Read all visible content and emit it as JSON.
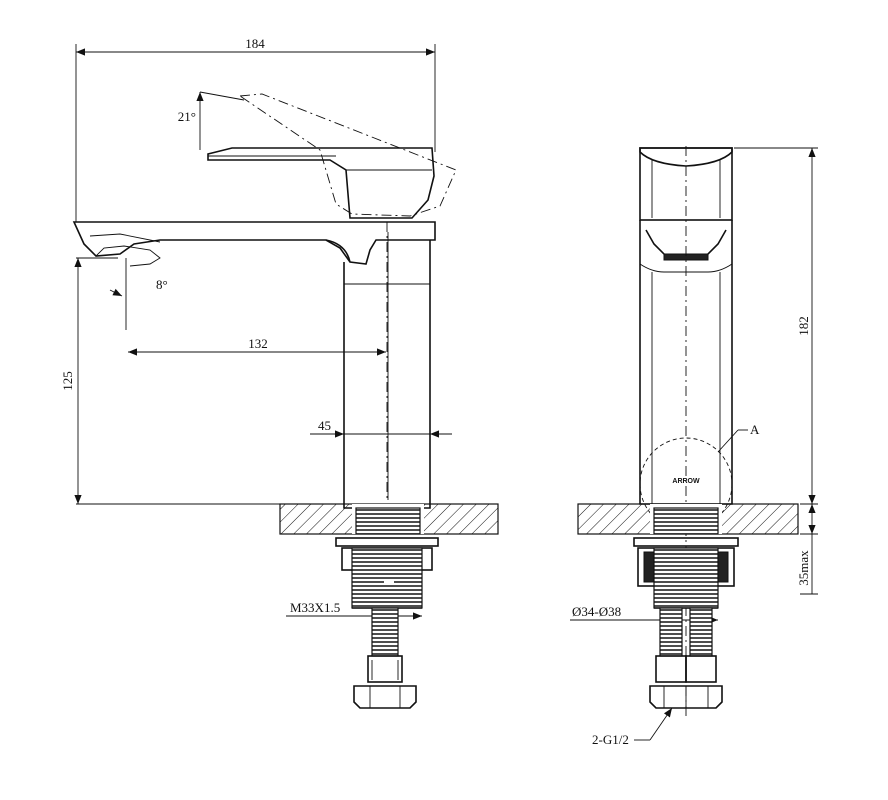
{
  "dimensions": {
    "overall_length": "184",
    "handle_angle": "21°",
    "spout_angle": "8°",
    "spout_reach": "132",
    "body_width": "45",
    "spout_height": "125",
    "overall_height": "182",
    "max_deck_thickness": "35max",
    "thread": "M33X1.5",
    "hole_diameter": "Ø34-Ø38",
    "hose_connection": "2-G1/2",
    "detail_ref": "A"
  },
  "labels": {
    "brand_mark": "ARROW"
  }
}
